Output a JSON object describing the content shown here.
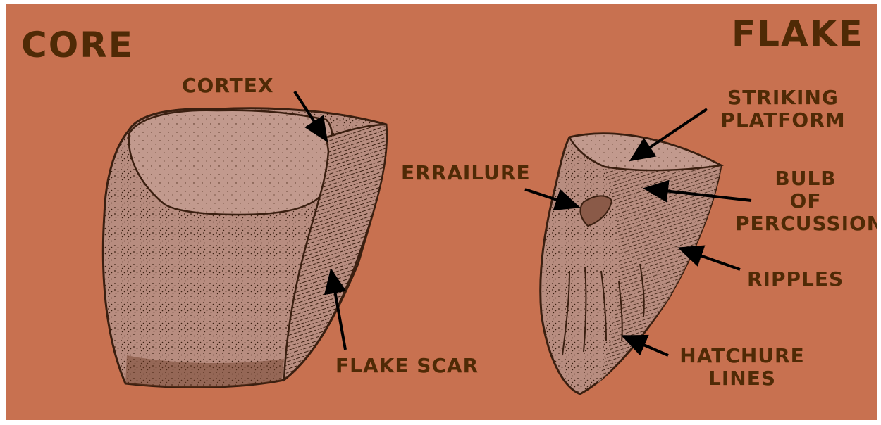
{
  "headings": {
    "core": "CORE",
    "flake": "FLAKE"
  },
  "labels": {
    "cortex": "CORTEX",
    "flake_scar": "FLAKE SCAR",
    "striking_platform_1": "STRIKING",
    "striking_platform_2": "PLATFORM",
    "errailure": "ERRAILURE",
    "bulb_1": "BULB",
    "bulb_2": "OF",
    "bulb_3": "PERCUSSION",
    "ripples": "RIPPLES",
    "hatchure_1": "HATCHURE",
    "hatchure_2": "LINES"
  },
  "colors": {
    "background": "#c87150",
    "text": "#4f2a06",
    "stone_fill": "#b88d80",
    "outline": "#3a1f10"
  }
}
